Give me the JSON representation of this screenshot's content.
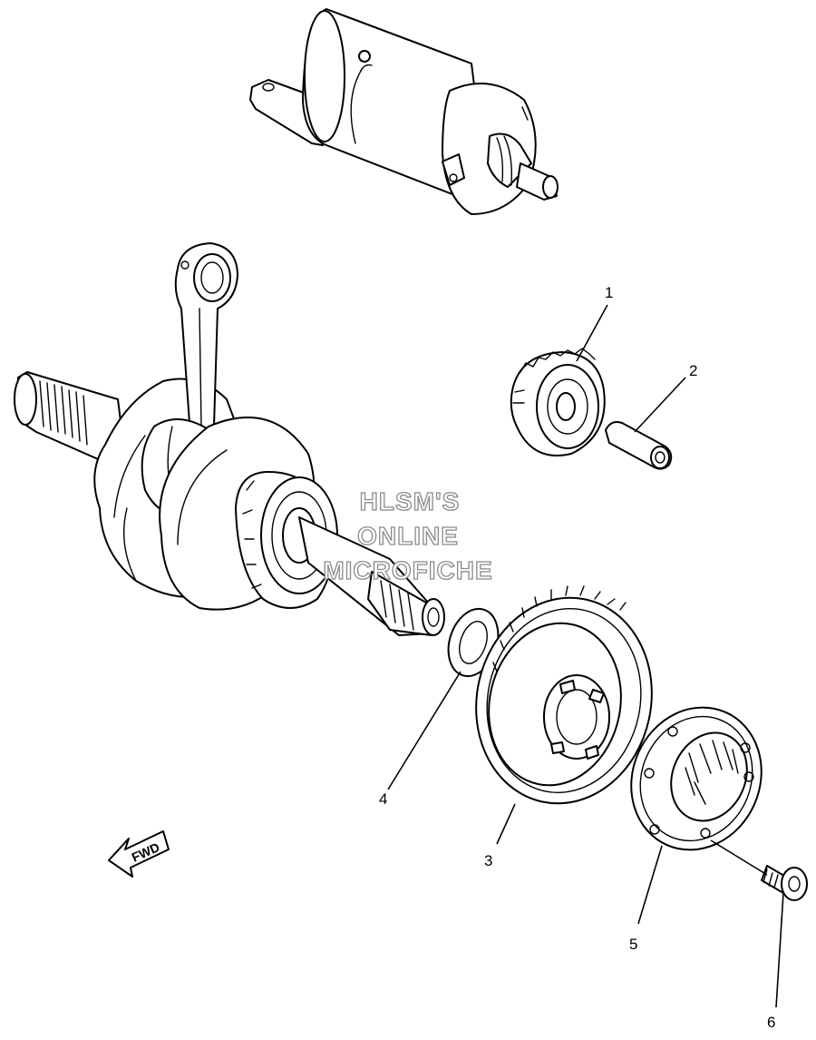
{
  "callouts": [
    "1",
    "2",
    "3",
    "4",
    "5",
    "6"
  ],
  "watermark": [
    "HLSM'S",
    "ONLINE",
    "MICROFICHE"
  ],
  "fwd_label": "FWD"
}
